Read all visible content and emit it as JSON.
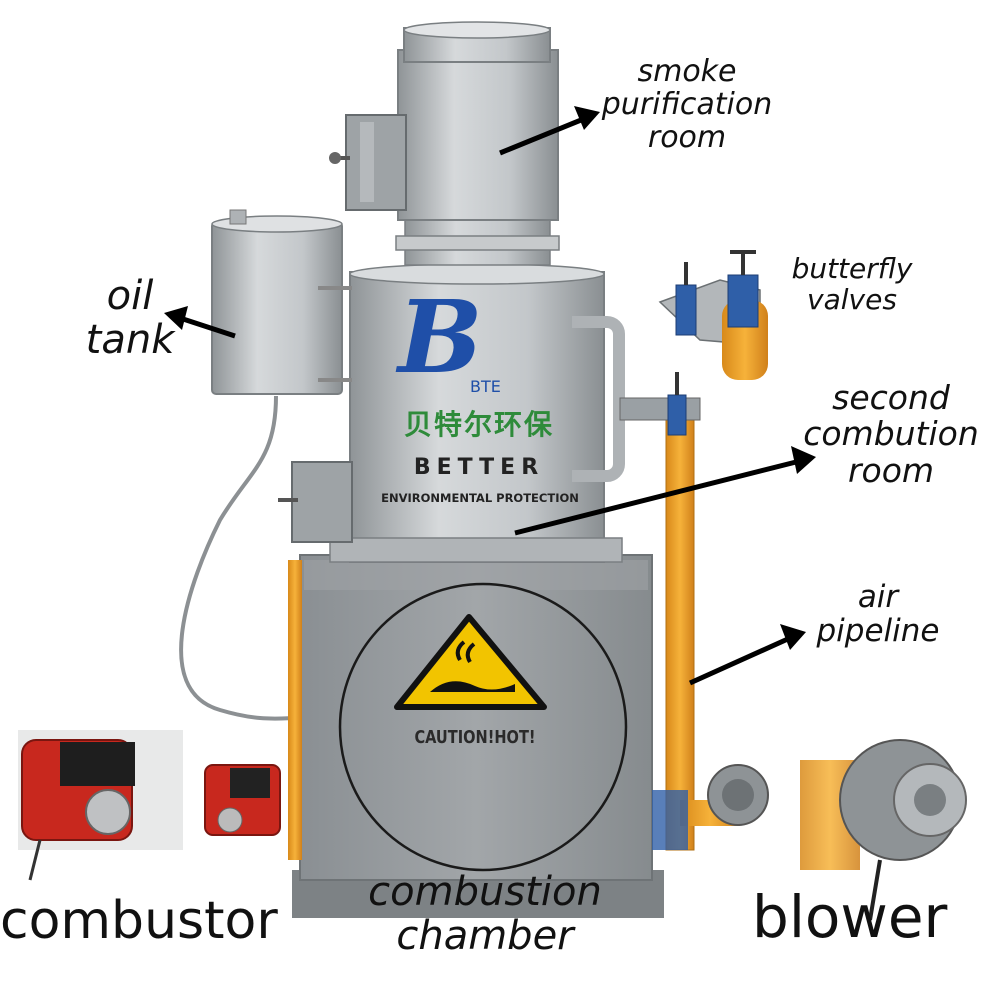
{
  "labels": {
    "smoke": [
      "smoke",
      "purification",
      "room"
    ],
    "butterfly": [
      "butterfly",
      "valves"
    ],
    "oil": [
      "oil",
      "tank"
    ],
    "second": [
      "second",
      "combution",
      "room"
    ],
    "air": [
      "air",
      "pipeline"
    ],
    "combustion": [
      "combustion",
      "chamber"
    ],
    "combustor": "combustor",
    "blower": "blower"
  },
  "machine_text": {
    "logo_letter": "B",
    "logo_sub": "BTE",
    "chinese_name": "贝特尔环保",
    "brand": "BETTER",
    "tagline": "ENVIRONMENTAL PROTECTION",
    "caution": "CAUTION!HOT!"
  },
  "colors": {
    "steel": "#b9bdc0",
    "steel_dark": "#8d9295",
    "pipe_orange": "#f0a020",
    "burner_red": "#c8281e",
    "logo_blue": "#1f4fa8",
    "logo_green": "#2e8b3a",
    "warning_yellow": "#f2c400"
  }
}
